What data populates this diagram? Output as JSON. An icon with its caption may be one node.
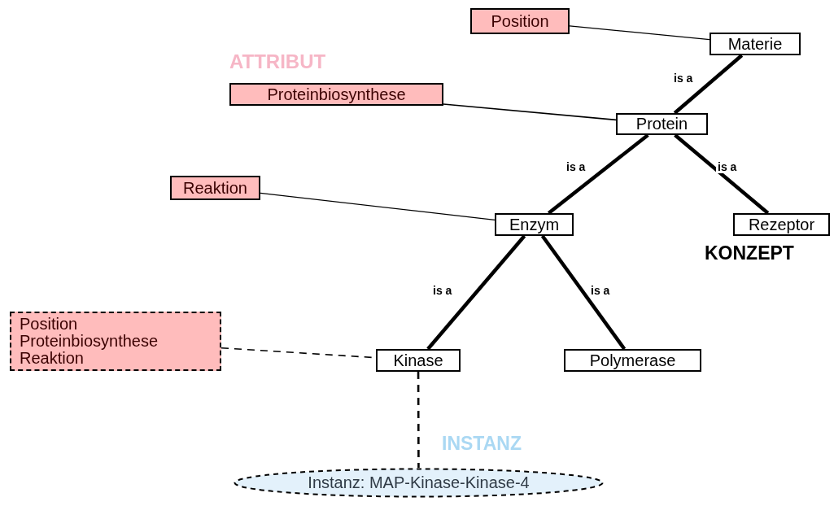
{
  "diagram": {
    "nodes": [
      {
        "text": [
          "Position"
        ]
      },
      {
        "text": [
          "Materie"
        ]
      },
      {
        "text": [
          "Proteinbiosynthese"
        ]
      },
      {
        "text": [
          "Protein"
        ]
      },
      {
        "text": [
          "Reaktion"
        ]
      },
      {
        "text": [
          "Enzym"
        ]
      },
      {
        "text": [
          "Rezeptor"
        ]
      },
      {
        "text": [
          "Position",
          "Proteinbiosynthese",
          "Reaktion"
        ]
      },
      {
        "text": [
          "Kinase"
        ]
      },
      {
        "text": [
          "Polymerase"
        ]
      },
      {
        "text": [
          "Instanz:  MAP-Kinase-Kinase-4"
        ]
      }
    ],
    "edges": [
      {
        "from": 0,
        "to": 1,
        "arrow": "none"
      },
      {
        "from": 1,
        "to": 3,
        "arrow": "none",
        "label": "is a"
      },
      {
        "from": 2,
        "to": 3,
        "arrow": "none"
      },
      {
        "from": 3,
        "to": 5,
        "arrow": "none",
        "label": "is a"
      },
      {
        "from": 3,
        "to": 6,
        "arrow": "none",
        "label": "is a"
      },
      {
        "from": 4,
        "to": 5,
        "arrow": "none"
      },
      {
        "from": 5,
        "to": 8,
        "arrow": "none",
        "label": "is a"
      },
      {
        "from": 5,
        "to": 9,
        "arrow": "none",
        "label": "is a"
      },
      {
        "from": 7,
        "to": 8,
        "arrow": "none",
        "style": "dashed"
      },
      {
        "from": 8,
        "to": 10,
        "arrow": "none",
        "style": "dashed"
      }
    ],
    "labels": [
      "ATTRIBUT",
      "KONZEPT",
      "INSTANZ"
    ]
  }
}
